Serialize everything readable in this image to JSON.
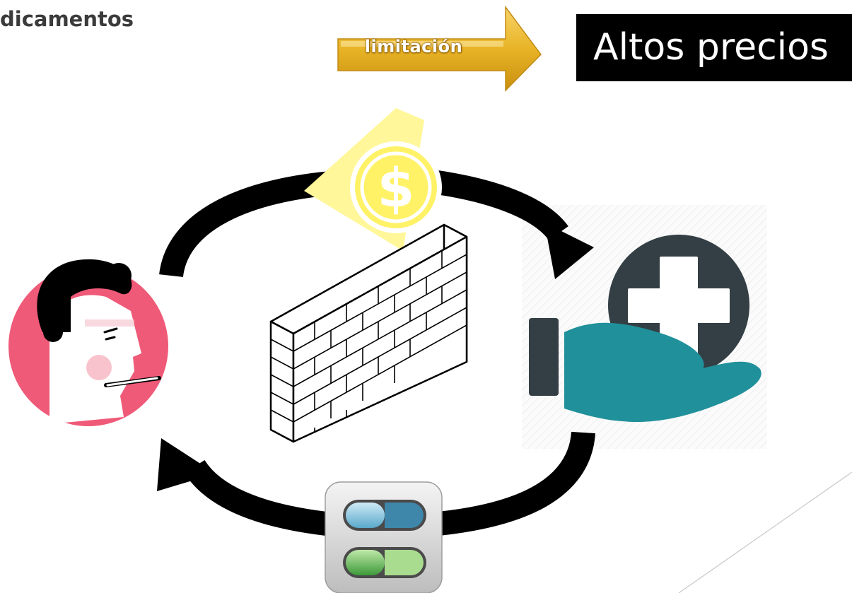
{
  "header": {
    "title": "dicamentos",
    "arrow_label": "limitación",
    "banner_text": "Altos precios"
  },
  "colors": {
    "arrow_gold": "#e8b426",
    "banner_bg": "#000000",
    "patient_circle": "#ef5a78",
    "hand_teal": "#20909a",
    "cross_circle": "#333f44",
    "coin_yellow": "#fff266",
    "pill_blue": "#8ecbe3",
    "pill_green": "#5fb85a"
  },
  "icons": [
    "patient-fever-icon",
    "money-coin-icon",
    "brick-wall-icon",
    "medical-hand-icon",
    "pills-icon",
    "cycle-arrows-icon"
  ]
}
